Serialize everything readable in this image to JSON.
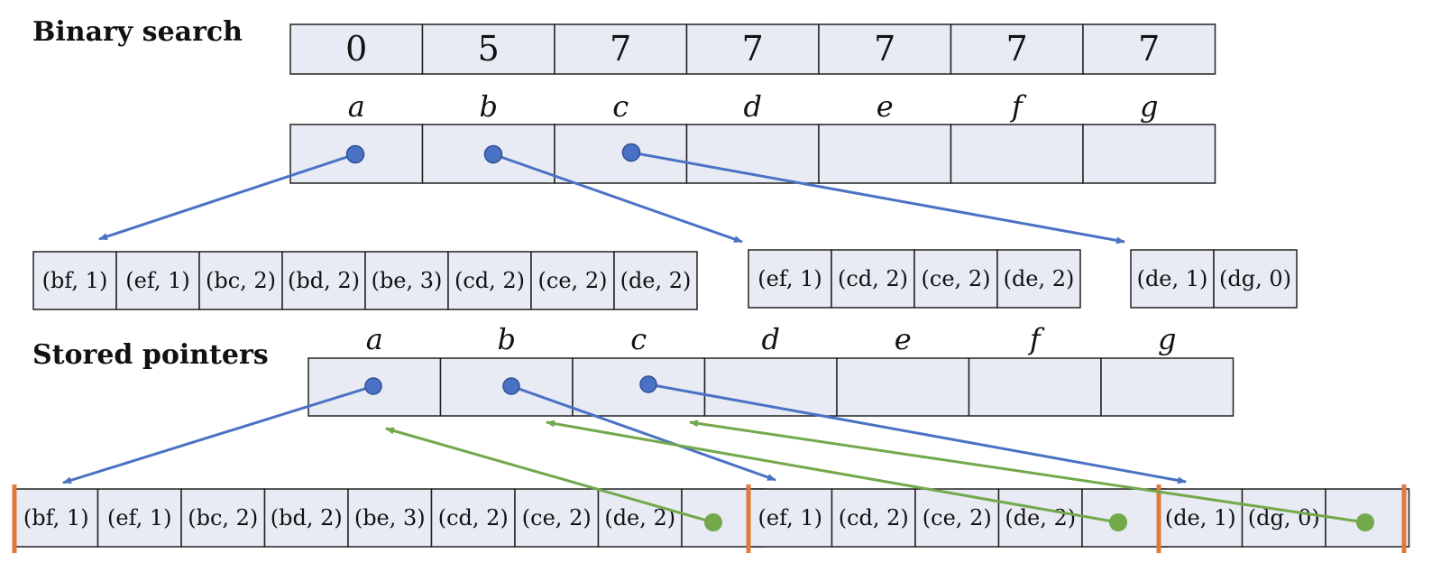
{
  "binary_search": {
    "title": "Binary search",
    "index_values": [
      "0",
      "5",
      "7",
      "7",
      "7",
      "7",
      "7"
    ],
    "vertex_labels": [
      "a",
      "b",
      "c",
      "d",
      "e",
      "f",
      "g"
    ],
    "pointer_sources": [
      "a",
      "b",
      "c"
    ],
    "lists": [
      [
        "(bf, 1)",
        "(ef, 1)",
        "(bc, 2)",
        "(bd, 2)",
        "(be, 3)",
        "(cd, 2)",
        "(ce, 2)",
        "(de, 2)"
      ],
      [
        "(ef, 1)",
        "(cd, 2)",
        "(ce, 2)",
        "(de, 2)"
      ],
      [
        "(de, 1)",
        "(dg, 0)"
      ]
    ]
  },
  "stored_pointers": {
    "title": "Stored pointers",
    "vertex_labels": [
      "a",
      "b",
      "c",
      "d",
      "e",
      "f",
      "g"
    ],
    "pointer_sources": [
      "a",
      "b",
      "c"
    ],
    "segments": [
      [
        "(bf, 1)",
        "(ef, 1)",
        "(bc, 2)",
        "(bd, 2)",
        "(be, 3)",
        "(cd, 2)",
        "(ce, 2)",
        "(de, 2)"
      ],
      [
        "(ef, 1)",
        "(cd, 2)",
        "(ce, 2)",
        "(de, 2)"
      ],
      [
        "(de, 1)",
        "(dg, 0)"
      ]
    ]
  },
  "colors": {
    "cell_fill": "#e8ebf4",
    "forward_pointer": "#4a72c4",
    "back_pointer": "#73a84b",
    "segment_separator": "#e07a3a"
  }
}
